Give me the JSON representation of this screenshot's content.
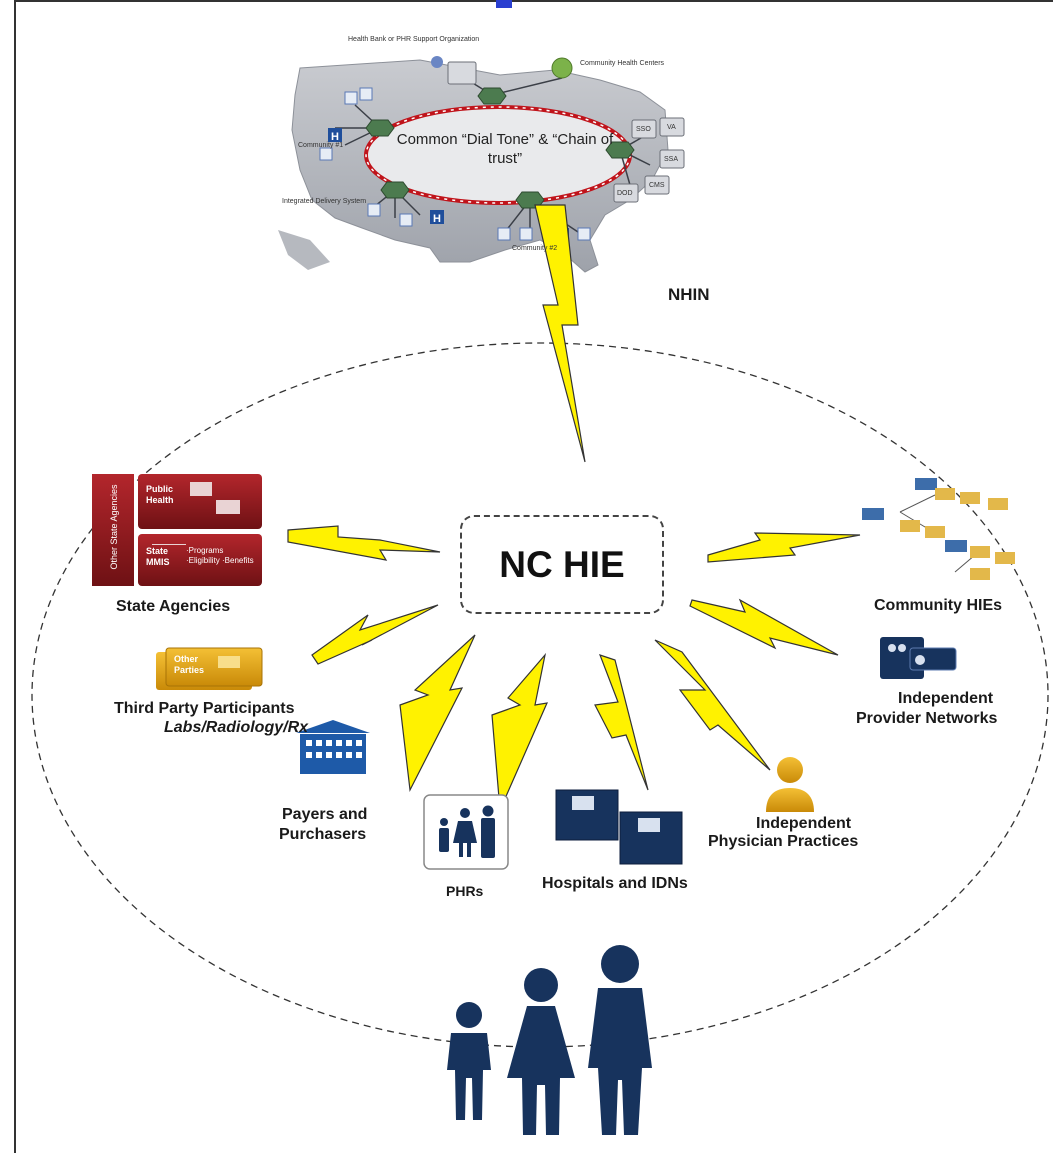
{
  "hub": {
    "label": "NC HIE"
  },
  "nhin": {
    "label": "NHIN",
    "trust_text": "Common “Dial Tone” & “Chain of trust”",
    "labels": {
      "health_bank": "Health Bank or PHR Support Organization",
      "community_health_centers": "Community Health Centers",
      "community_1": "Community #1",
      "integrated_delivery": "Integrated Delivery System",
      "community_2": "Community #2",
      "agencies": [
        "SSO",
        "VA",
        "SSA",
        "CMS",
        "DOD"
      ]
    }
  },
  "state_agencies": {
    "label": "State Agencies",
    "side_label": "Other State Agencies",
    "public_health": "Public Health",
    "state_mmis": "State MMIS",
    "mmis_list": "·Programs ·Eligibility ·Benefits"
  },
  "third_party": {
    "line1": "Third Party Participants",
    "line2": "Labs/Radiology/Rx",
    "card": "Other Parties"
  },
  "payers": {
    "line1": "Payers and",
    "line2": "Purchasers"
  },
  "phrs": {
    "label": "PHRs"
  },
  "hospitals": {
    "label": "Hospitals and IDNs"
  },
  "physicians": {
    "line1": "Independent",
    "line2": "Physician Practices"
  },
  "provider_networks": {
    "line1": "Independent",
    "line2": "Provider Networks"
  },
  "community_hies": {
    "label": "Community HIEs"
  },
  "colors": {
    "bolt": "#fff200",
    "navy": "#17335d",
    "maroon": "#8b1a1e",
    "gold": "#e3a30f",
    "ring": "#c0141b"
  }
}
